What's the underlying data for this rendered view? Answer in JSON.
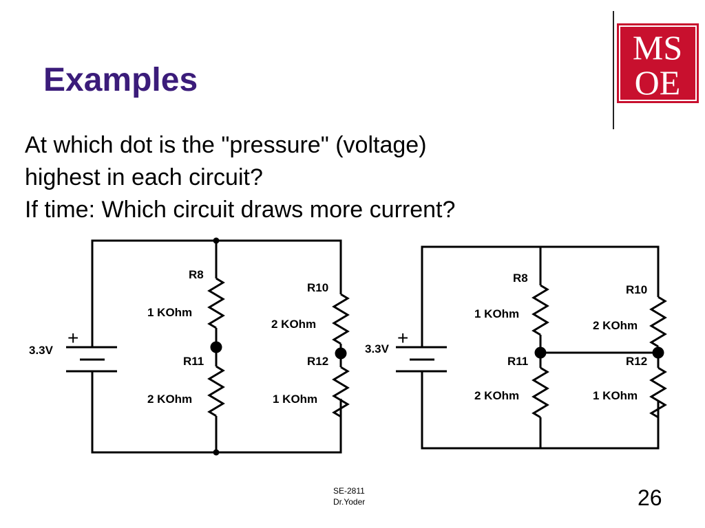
{
  "slide": {
    "title": "Examples",
    "body_lines": [
      "At which dot is the \"pressure\" (voltage)",
      "highest in each circuit?",
      "If time: Which circuit draws more current?"
    ],
    "logo": {
      "top": "MS",
      "bottom": "OE",
      "color": "#c8102e"
    },
    "footer": {
      "course": "SE-2811",
      "author": "Dr.Yoder"
    },
    "page_number": "26"
  },
  "colors": {
    "title": "#3b1c7a",
    "logo_red": "#c8102e",
    "wire": "#000000"
  },
  "circuits": [
    {
      "source": "3.3V",
      "plus": "+",
      "r8": {
        "name": "R8",
        "value": "1 KOhm"
      },
      "r11": {
        "name": "R11",
        "value": "2 KOhm"
      },
      "r10": {
        "name": "R10",
        "value": "2 KOhm"
      },
      "r12": {
        "name": "R12",
        "value": "1 KOhm"
      }
    },
    {
      "source": "3.3V",
      "plus": "+",
      "r8": {
        "name": "R8",
        "value": "1 KOhm"
      },
      "r11": {
        "name": "R11",
        "value": "2 KOhm"
      },
      "r10": {
        "name": "R10",
        "value": "2 KOhm"
      },
      "r12": {
        "name": "R12",
        "value": "1 KOhm"
      }
    }
  ]
}
